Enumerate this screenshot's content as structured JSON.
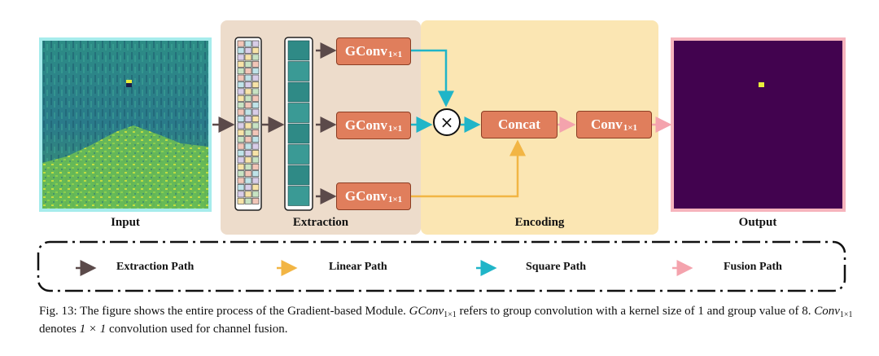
{
  "panels": {
    "input_label": "Input",
    "extraction_label": "Extraction",
    "encoding_label": "Encoding",
    "output_label": "Output"
  },
  "blocks": {
    "gconv_main": "GConv",
    "gconv_sub": "1×1",
    "concat": "Concat",
    "conv_main": "Conv",
    "conv_sub": "1×1",
    "multiply_symbol": "×"
  },
  "legend": {
    "items": [
      {
        "label": "Extraction Path",
        "color": "#5b4a4a"
      },
      {
        "label": "Linear Path",
        "color": "#f2b544"
      },
      {
        "label": "Square Path",
        "color": "#20b5c8"
      },
      {
        "label": "Fusion Path",
        "color": "#f4a3ad"
      }
    ]
  },
  "caption": {
    "fig": "Fig. 13:",
    "text1": " The figure shows the entire process of the Gradient-based Module. ",
    "m1": "GConv",
    "m1sub": "1×1",
    "text2": " refers to group convolution with a kernel size of 1 and group value of 8. ",
    "m2": "Conv",
    "m2sub": "1×1",
    "text3": " denotes ",
    "m3": "1 × 1",
    "text4": " convolution used for channel fusion."
  },
  "colors": {
    "extraction_bg": "#eddccb",
    "encoding_bg": "#fbe6b3",
    "block_fill": "#e07e5c",
    "input_border": "#a6ecec",
    "output_border": "#f6b4bd",
    "output_bg": "#42034f"
  }
}
